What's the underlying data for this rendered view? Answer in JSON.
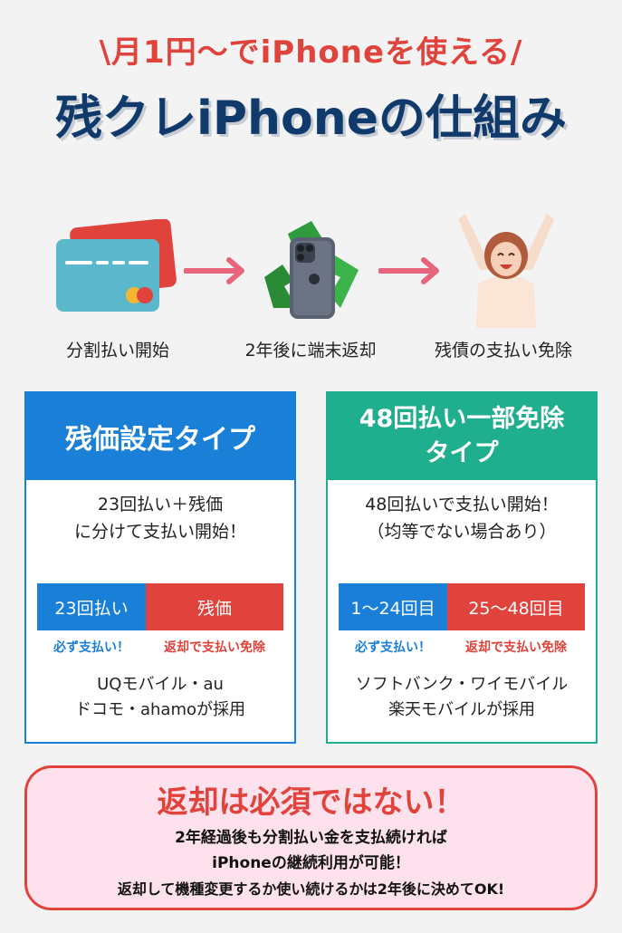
{
  "tagline": "\\月1円〜でiPhoneを使える/",
  "title": "残クレiPhoneの仕組み",
  "steps": [
    {
      "label": "分割払い開始",
      "icon": "credit-card-icon"
    },
    {
      "label": "2年後に端末返却",
      "icon": "recycle-phone-icon"
    },
    {
      "label": "残債の支払い免除",
      "icon": "happy-person-icon"
    }
  ],
  "cards": {
    "left": {
      "title": "残価設定タイプ",
      "desc1": "23回払い＋残価",
      "desc2": "に分けて支払い開始！",
      "seg1": "23回払い",
      "seg2": "残価",
      "note1": "必ず支払い！",
      "note2": "返却で支払い免除",
      "carrier1": "UQモバイル・au",
      "carrier2": "ドコモ・ahamoが採用"
    },
    "right": {
      "title1": "48回払い一部免除",
      "title2": "タイプ",
      "desc1": "48回払いで支払い開始！",
      "desc2": "（均等でない場合あり）",
      "seg1": "1〜24回目",
      "seg2": "25〜48回目",
      "note1": "必ず支払い！",
      "note2": "返却で支払い免除",
      "carrier1": "ソフトバンク・ワイモバイル",
      "carrier2": "楽天モバイルが採用"
    }
  },
  "bottom": {
    "title": "返却は必須ではない！",
    "line1": "2年経過後も分割払い金を支払続ければ",
    "line2": "iPhoneの継続利用が可能！",
    "line3": "返却して機種変更するか使い続けるかは2年後に決めてOK!"
  },
  "colors": {
    "blue": "#1a7fd6",
    "green": "#1fae8e",
    "red": "#e0433b",
    "navy": "#0f3a6b",
    "pink": "#fde1ec"
  }
}
